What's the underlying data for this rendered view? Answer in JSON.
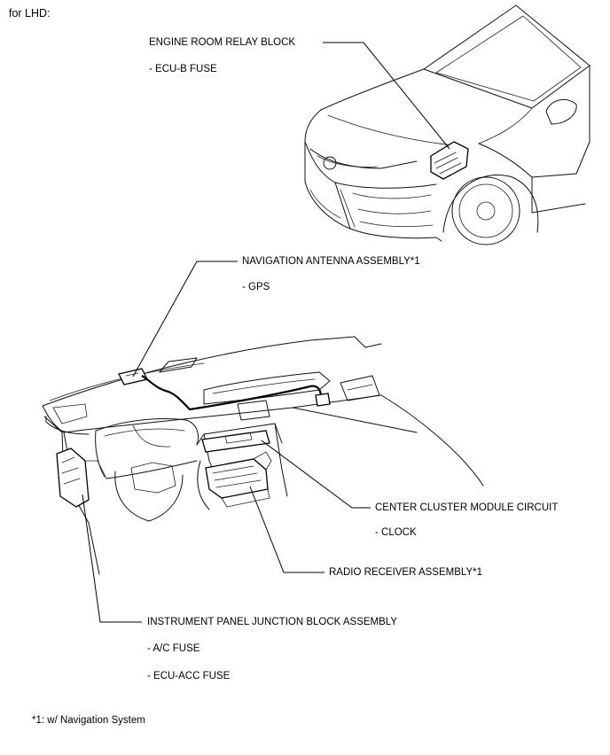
{
  "header": {
    "title": "for LHD:"
  },
  "callouts": {
    "engine_room_relay_block": {
      "label": "ENGINE ROOM RELAY BLOCK",
      "items": [
        "- ECU-B FUSE"
      ]
    },
    "navigation_antenna": {
      "label": "NAVIGATION ANTENNA ASSEMBLY*1",
      "items": [
        "- GPS"
      ]
    },
    "center_cluster_module": {
      "label": "CENTER CLUSTER MODULE CIRCUIT",
      "items": [
        "- CLOCK"
      ]
    },
    "radio_receiver": {
      "label": "RADIO RECEIVER ASSEMBLY*1",
      "items": []
    },
    "instrument_panel_jb": {
      "label": "INSTRUMENT PANEL JUNCTION BLOCK ASSEMBLY",
      "items": [
        "- A/C FUSE",
        "- ECU-ACC FUSE"
      ]
    }
  },
  "footnote": "*1: w/ Navigation System"
}
